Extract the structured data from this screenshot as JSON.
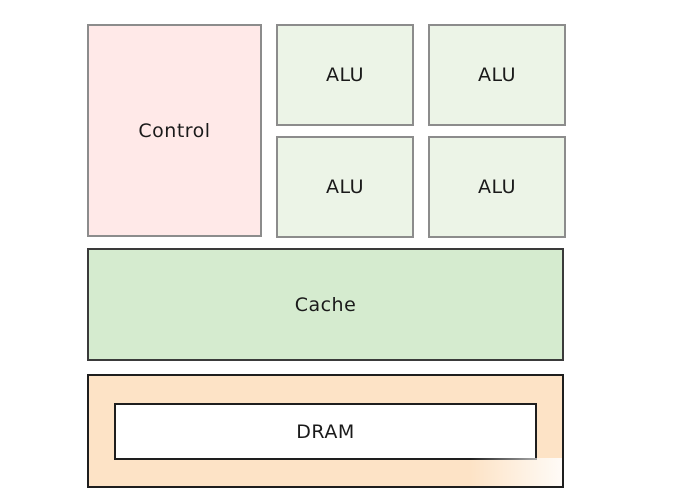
{
  "diagram": {
    "control_label": "Control",
    "alu_labels": [
      "ALU",
      "ALU",
      "ALU",
      "ALU"
    ],
    "cache_label": "Cache",
    "dram_label": "DRAM"
  },
  "colors": {
    "control_fill": "#ffe9e8",
    "alu_fill": "#ecf4e7",
    "cache_fill": "#d5ebcf",
    "dram_fill": "#fde3c6"
  }
}
